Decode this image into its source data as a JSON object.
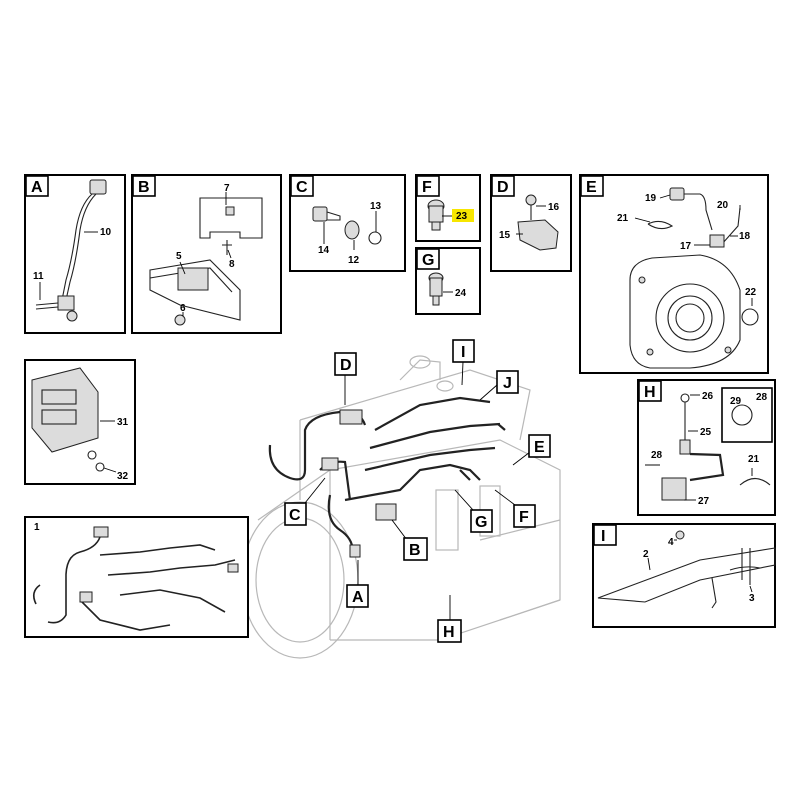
{
  "boxes": {
    "A": {
      "letter": "A",
      "parts": [
        "10",
        "11"
      ]
    },
    "B": {
      "letter": "B",
      "parts": [
        "7",
        "5",
        "8",
        "6"
      ]
    },
    "C": {
      "letter": "C",
      "parts": [
        "13",
        "14",
        "12"
      ]
    },
    "F": {
      "letter": "F",
      "parts": [
        "23"
      ],
      "highlighted_part": "23"
    },
    "G": {
      "letter": "G",
      "parts": [
        "24"
      ]
    },
    "D": {
      "letter": "D",
      "parts": [
        "16",
        "15"
      ]
    },
    "E": {
      "letter": "E",
      "parts": [
        "19",
        "20",
        "21",
        "18",
        "17",
        "22"
      ]
    },
    "K": {
      "parts": [
        "31",
        "32"
      ]
    },
    "H": {
      "letter": "H",
      "parts": [
        "26",
        "29",
        "28",
        "25",
        "28",
        "21",
        "27"
      ]
    },
    "I": {
      "letter": "I",
      "parts": [
        "4",
        "2",
        "3"
      ]
    },
    "L": {
      "parts": [
        "1"
      ]
    }
  },
  "engine_callouts": [
    "D",
    "I",
    "J",
    "E",
    "C",
    "G",
    "F",
    "B",
    "A",
    "H"
  ],
  "colors": {
    "highlight": "#f7e600",
    "line": "#000000",
    "engine": "#b8b8b8"
  }
}
